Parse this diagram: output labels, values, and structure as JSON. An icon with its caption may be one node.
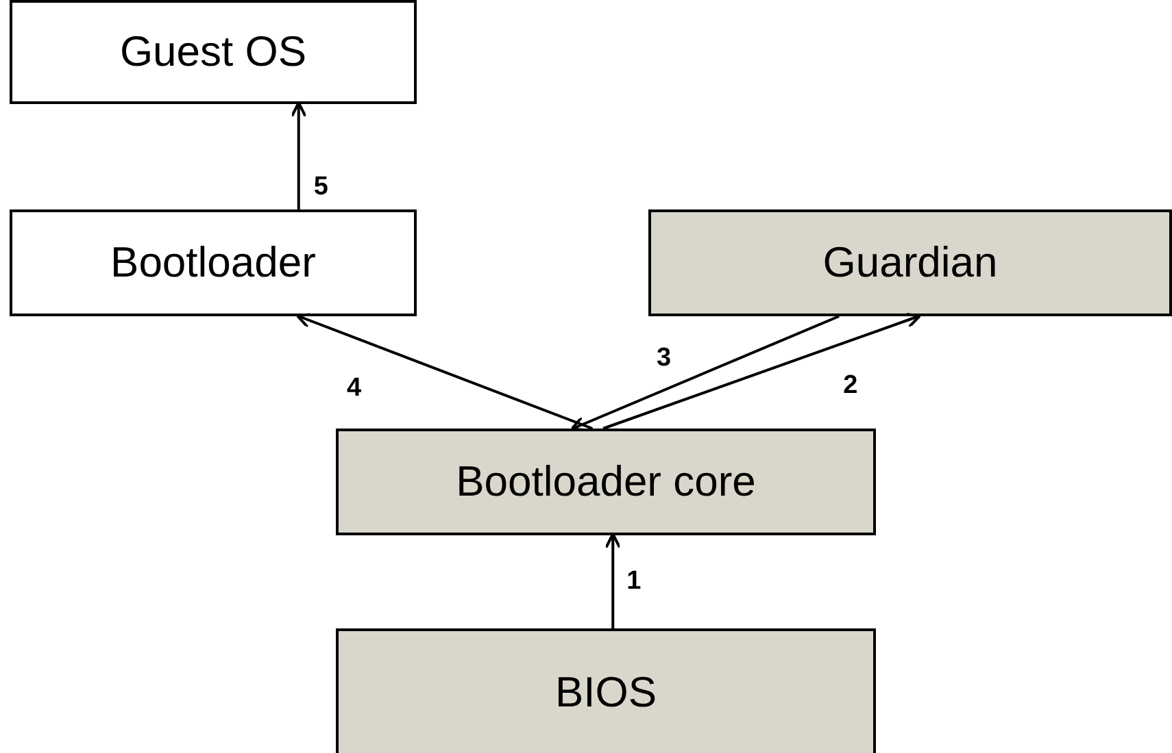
{
  "diagram": {
    "nodes": [
      {
        "text": [
          "Guest OS"
        ]
      },
      {
        "text": [
          "Bootloader"
        ]
      },
      {
        "text": [
          "Guardian"
        ]
      },
      {
        "text": [
          "Bootloader core"
        ]
      },
      {
        "text": [
          "BIOS"
        ]
      }
    ],
    "edges": [
      {
        "from": 4,
        "to": 3,
        "arrow": "to",
        "label": "1"
      },
      {
        "from": 3,
        "to": 2,
        "arrow": "to",
        "label": "2"
      },
      {
        "from": 2,
        "to": 3,
        "arrow": "to",
        "label": "3"
      },
      {
        "from": 3,
        "to": 1,
        "arrow": "to",
        "label": "4"
      },
      {
        "from": 1,
        "to": 0,
        "arrow": "to",
        "label": "5"
      }
    ]
  }
}
